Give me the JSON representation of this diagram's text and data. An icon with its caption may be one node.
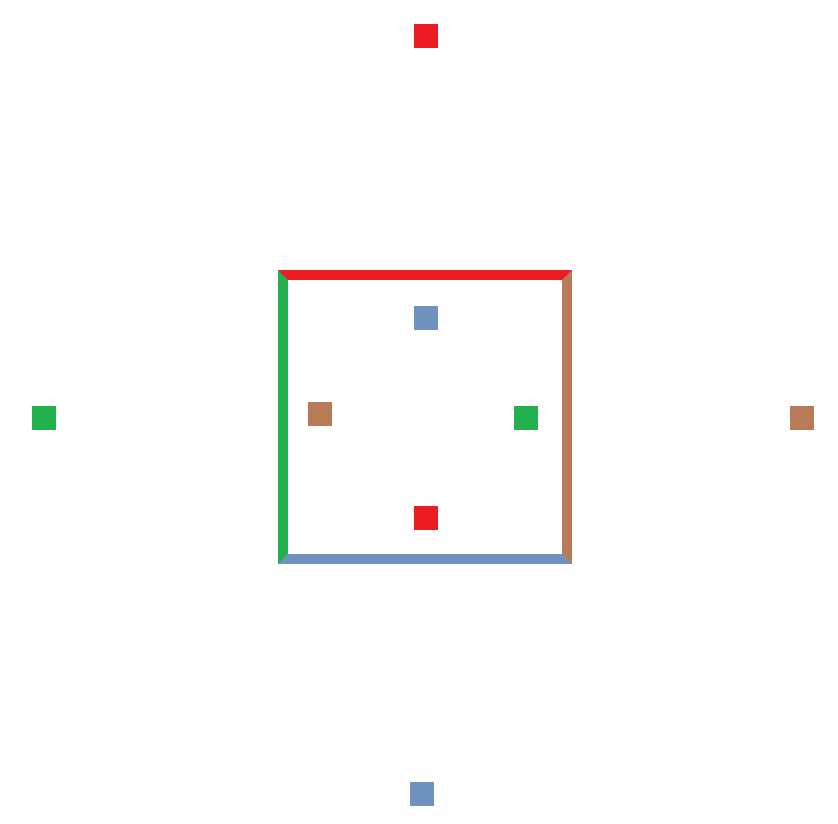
{
  "diagram": {
    "nodes": [
      {
        "text": [],
        "shape": "box"
      },
      {
        "text": [],
        "shape": "box"
      },
      {
        "text": [],
        "shape": "box",
        "in": 1
      },
      {
        "text": [],
        "shape": "box",
        "in": 1
      },
      {
        "text": [],
        "shape": "box",
        "in": 1
      },
      {
        "text": [],
        "shape": "box",
        "in": 1
      },
      {
        "text": [],
        "shape": "box"
      },
      {
        "text": [],
        "shape": "box"
      },
      {
        "text": [],
        "shape": "box"
      }
    ]
  }
}
